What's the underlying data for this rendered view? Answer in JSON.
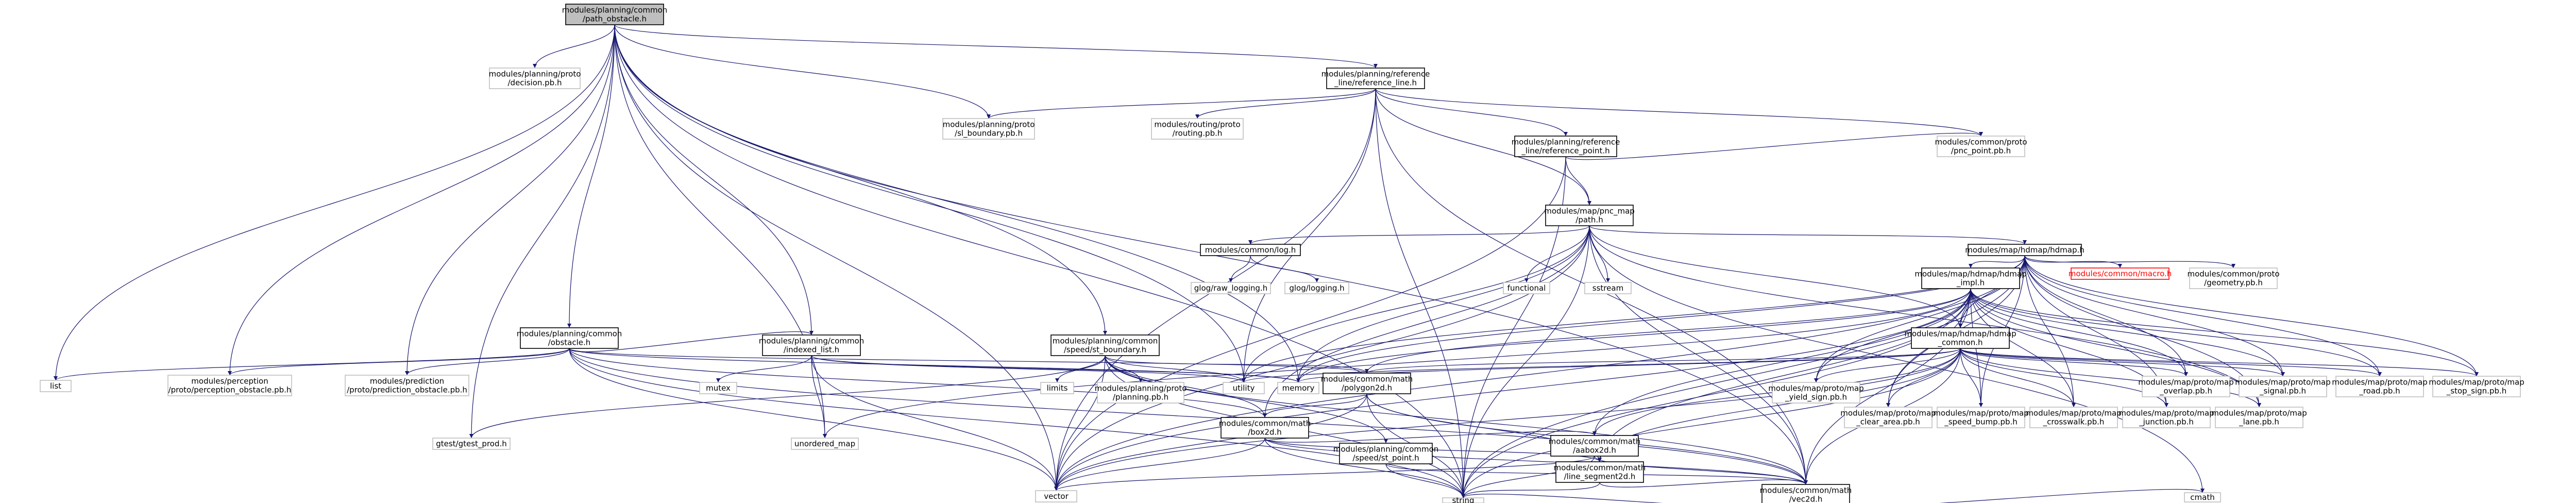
{
  "graph_nodes": [
    {
      "id": "root",
      "lines": [
        "modules/planning/common",
        "/path_obstacle.h"
      ]
    },
    {
      "id": "ref_line",
      "lines": [
        "modules/planning/reference",
        "_line/reference_line.h"
      ]
    },
    {
      "id": "decision_pb",
      "lines": [
        "modules/planning/proto",
        "/decision.pb.h"
      ]
    },
    {
      "id": "sl_boundary_pb",
      "lines": [
        "modules/planning/proto",
        "/sl_boundary.pb.h"
      ]
    },
    {
      "id": "routing_pb",
      "lines": [
        "modules/routing/proto",
        "/routing.pb.h"
      ]
    },
    {
      "id": "ref_point",
      "lines": [
        "modules/planning/reference",
        "_line/reference_point.h"
      ]
    },
    {
      "id": "pnc_path",
      "lines": [
        "modules/map/pnc_map",
        "/path.h"
      ]
    },
    {
      "id": "pnc_point_pb",
      "lines": [
        "modules/common/proto",
        "/pnc_point.pb.h"
      ]
    },
    {
      "id": "log",
      "lines": [
        "modules/common/log.h"
      ]
    },
    {
      "id": "glog_raw",
      "lines": [
        "glog/raw_logging.h"
      ]
    },
    {
      "id": "glog_logging",
      "lines": [
        "glog/logging.h"
      ]
    },
    {
      "id": "functional",
      "lines": [
        "functional"
      ]
    },
    {
      "id": "sstream",
      "lines": [
        "sstream"
      ]
    },
    {
      "id": "hdmap_h",
      "lines": [
        "modules/map/hdmap/hdmap.h"
      ]
    },
    {
      "id": "hdmap_impl",
      "lines": [
        "modules/map/hdmap/hdmap",
        "_impl.h"
      ]
    },
    {
      "id": "macro",
      "lines": [
        "modules/common/macro.h"
      ]
    },
    {
      "id": "geometry_pb",
      "lines": [
        "modules/common/proto",
        "/geometry.pb.h"
      ]
    },
    {
      "id": "hdmap_common",
      "lines": [
        "modules/map/hdmap/hdmap",
        "_common.h"
      ]
    },
    {
      "id": "obstacle",
      "lines": [
        "modules/planning/common",
        "/obstacle.h"
      ]
    },
    {
      "id": "indexed_list",
      "lines": [
        "modules/planning/common",
        "/indexed_list.h"
      ]
    },
    {
      "id": "speed_bounds",
      "lines": [
        "modules/planning/common",
        "/speed/st_boundary.h"
      ]
    },
    {
      "id": "list",
      "lines": [
        "list"
      ]
    },
    {
      "id": "perception_pb",
      "lines": [
        "modules/perception",
        "/proto/perception_obstacle.pb.h"
      ]
    },
    {
      "id": "prediction_pb",
      "lines": [
        "modules/prediction",
        "/proto/prediction_obstacle.pb.h"
      ]
    },
    {
      "id": "gtest_prod",
      "lines": [
        "gtest/gtest_prod.h"
      ]
    },
    {
      "id": "mutex",
      "lines": [
        "mutex"
      ]
    },
    {
      "id": "unordered_map",
      "lines": [
        "unordered_map"
      ]
    },
    {
      "id": "limits",
      "lines": [
        "limits"
      ]
    },
    {
      "id": "planning_pb",
      "lines": [
        "modules/planning/proto",
        "/planning.pb.h"
      ]
    },
    {
      "id": "utility",
      "lines": [
        "utility"
      ]
    },
    {
      "id": "memory",
      "lines": [
        "memory"
      ]
    },
    {
      "id": "polygon2d",
      "lines": [
        "modules/common/math",
        "/polygon2d.h"
      ]
    },
    {
      "id": "box2d",
      "lines": [
        "modules/common/math",
        "/box2d.h"
      ]
    },
    {
      "id": "speed_point",
      "lines": [
        "modules/planning/common",
        "/speed/st_point.h"
      ]
    },
    {
      "id": "aabox2d",
      "lines": [
        "modules/common/math",
        "/aabox2d.h"
      ]
    },
    {
      "id": "line_segment2d",
      "lines": [
        "modules/common/math",
        "/line_segment2d.h"
      ]
    },
    {
      "id": "vec2d",
      "lines": [
        "modules/common/math",
        "/vec2d.h"
      ]
    },
    {
      "id": "vector",
      "lines": [
        "vector"
      ]
    },
    {
      "id": "string",
      "lines": [
        "string"
      ]
    },
    {
      "id": "cmath",
      "lines": [
        "cmath"
      ]
    },
    {
      "id": "overlap_pb",
      "lines": [
        "modules/map/proto/map",
        "_overlap.pb.h"
      ]
    },
    {
      "id": "signal_pb",
      "lines": [
        "modules/map/proto/map",
        "_signal.pb.h"
      ]
    },
    {
      "id": "road_pb",
      "lines": [
        "modules/map/proto/map",
        "_road.pb.h"
      ]
    },
    {
      "id": "stop_sign_pb",
      "lines": [
        "modules/map/proto/map",
        "_stop_sign.pb.h"
      ]
    },
    {
      "id": "yield_sign_pb",
      "lines": [
        "modules/map/proto/map",
        "_yield_sign.pb.h"
      ]
    },
    {
      "id": "clear_area_pb",
      "lines": [
        "modules/map/proto/map",
        "_clear_area.pb.h"
      ]
    },
    {
      "id": "speed_bump_pb",
      "lines": [
        "modules/map/proto/map",
        "_speed_bump.pb.h"
      ]
    },
    {
      "id": "crosswalk_pb",
      "lines": [
        "modules/map/proto/map",
        "_crosswalk.pb.h"
      ]
    },
    {
      "id": "junction_pb",
      "lines": [
        "modules/map/proto/map",
        "_junction.pb.h"
      ]
    },
    {
      "id": "lane_pb",
      "lines": [
        "modules/map/proto/map",
        "_lane.pb.h"
      ]
    }
  ]
}
